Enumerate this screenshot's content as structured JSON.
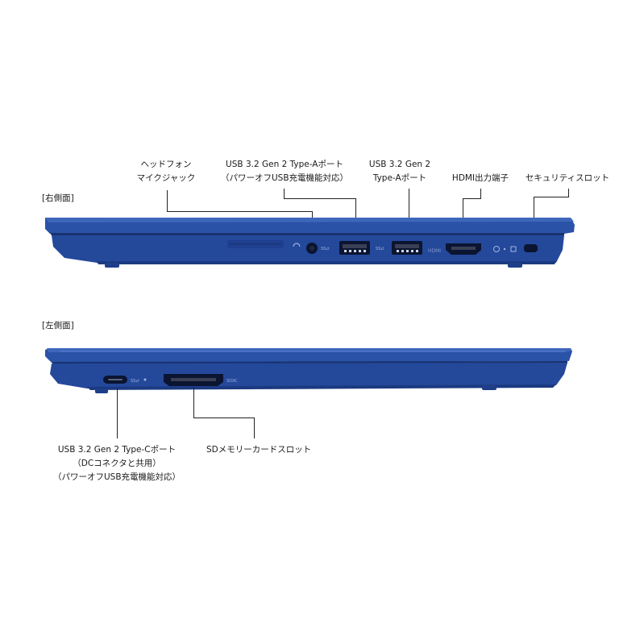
{
  "right_side": {
    "title": "[右側面]",
    "callouts": [
      {
        "line1": "ヘッドフォン",
        "line2": "マイクジャック"
      },
      {
        "line1": "USB 3.2 Gen 2 Type-Aポート",
        "line2": "（パワーオフUSB充電機能対応）"
      },
      {
        "line1": "USB 3.2 Gen 2",
        "line2": "Type-Aポート"
      },
      {
        "line1": "HDMI出力端子"
      },
      {
        "line1": "セキュリティスロット"
      }
    ],
    "port_marks": {
      "usb_mark1": "SS⇄",
      "usb_mark2": "SS⇄",
      "hdmi_mark": "HDMI"
    }
  },
  "left_side": {
    "title": "[左側面]",
    "callouts": [
      {
        "line1": "USB 3.2 Gen 2 Type-Cポート",
        "line2": "（DCコネクタと共用）",
        "line3": "（パワーオフUSB充電機能対応）"
      },
      {
        "line1": "SDメモリーカードスロット"
      }
    ],
    "port_marks": {
      "sd_mark": "SDXC"
    }
  },
  "colors": {
    "body": "#24489a",
    "body_dark": "#17326f",
    "body_light": "#3a62b8",
    "port": "#0b1430"
  }
}
